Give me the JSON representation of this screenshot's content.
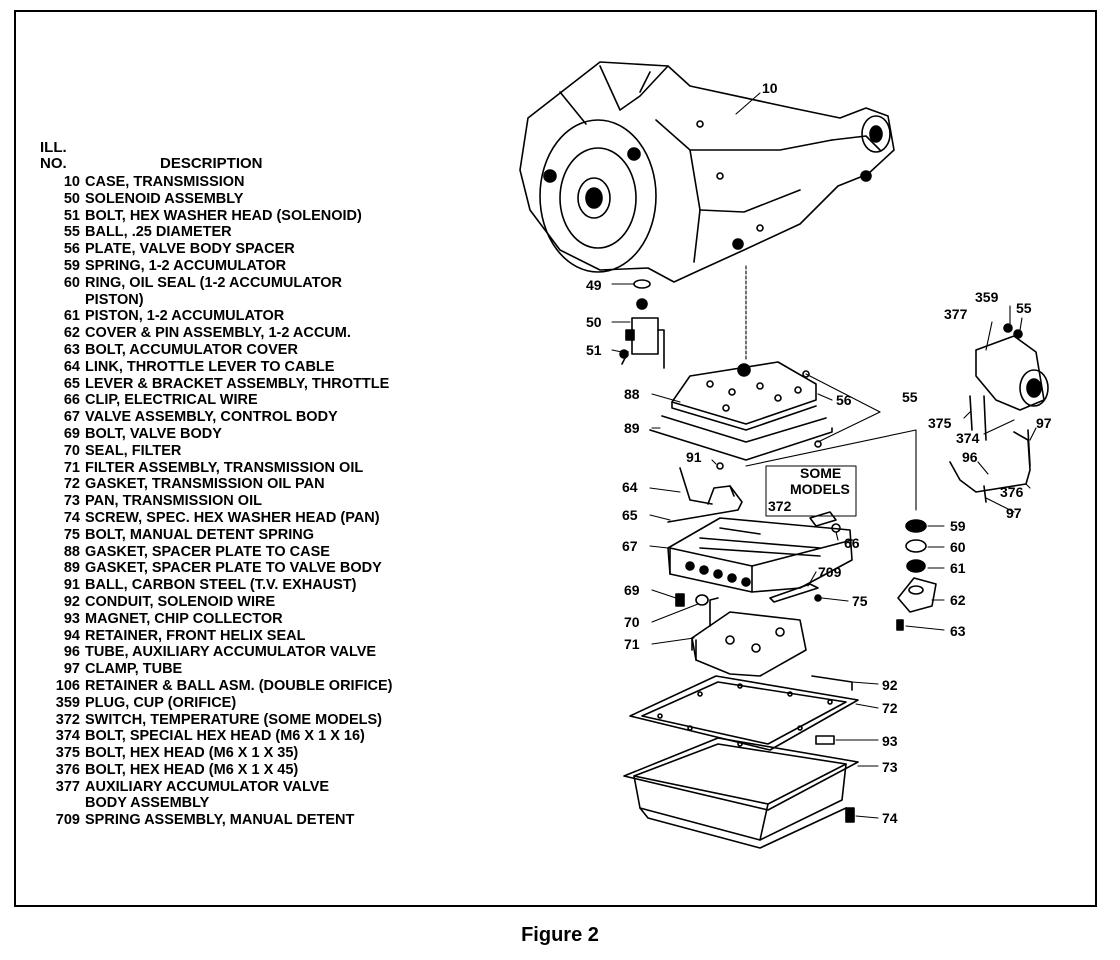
{
  "legend": {
    "header_ill": "ILL.",
    "header_no": "NO.",
    "header_desc": "DESCRIPTION",
    "items": [
      {
        "no": "10",
        "desc": "CASE, TRANSMISSION"
      },
      {
        "no": "50",
        "desc": "SOLENOID ASSEMBLY"
      },
      {
        "no": "51",
        "desc": "BOLT, HEX WASHER HEAD (SOLENOID)"
      },
      {
        "no": "55",
        "desc": "BALL, .25 DIAMETER"
      },
      {
        "no": "56",
        "desc": "PLATE, VALVE BODY SPACER"
      },
      {
        "no": "59",
        "desc": "SPRING, 1-2 ACCUMULATOR"
      },
      {
        "no": "60",
        "desc": "RING, OIL SEAL (1-2 ACCUMULATOR",
        "cont": "PISTON)"
      },
      {
        "no": "61",
        "desc": "PISTON, 1-2 ACCUMULATOR"
      },
      {
        "no": "62",
        "desc": "COVER & PIN ASSEMBLY, 1-2 ACCUM."
      },
      {
        "no": "63",
        "desc": "BOLT, ACCUMULATOR COVER"
      },
      {
        "no": "64",
        "desc": "LINK, THROTTLE LEVER TO CABLE"
      },
      {
        "no": "65",
        "desc": "LEVER & BRACKET ASSEMBLY, THROTTLE"
      },
      {
        "no": "66",
        "desc": "CLIP, ELECTRICAL WIRE"
      },
      {
        "no": "67",
        "desc": "VALVE ASSEMBLY, CONTROL BODY"
      },
      {
        "no": "69",
        "desc": "BOLT, VALVE BODY"
      },
      {
        "no": "70",
        "desc": "SEAL, FILTER"
      },
      {
        "no": "71",
        "desc": "FILTER ASSEMBLY, TRANSMISSION OIL"
      },
      {
        "no": "72",
        "desc": "GASKET, TRANSMISSION OIL PAN"
      },
      {
        "no": "73",
        "desc": "PAN, TRANSMISSION OIL"
      },
      {
        "no": "74",
        "desc": "SCREW, SPEC. HEX WASHER HEAD (PAN)"
      },
      {
        "no": "75",
        "desc": "BOLT, MANUAL DETENT SPRING"
      },
      {
        "no": "88",
        "desc": "GASKET, SPACER PLATE TO CASE"
      },
      {
        "no": "89",
        "desc": "GASKET, SPACER PLATE TO VALVE BODY"
      },
      {
        "no": "91",
        "desc": "BALL, CARBON STEEL (T.V. EXHAUST)"
      },
      {
        "no": "92",
        "desc": "CONDUIT, SOLENOID WIRE"
      },
      {
        "no": "93",
        "desc": "MAGNET, CHIP COLLECTOR"
      },
      {
        "no": "94",
        "desc": "RETAINER, FRONT HELIX SEAL"
      },
      {
        "no": "96",
        "desc": "TUBE, AUXILIARY ACCUMULATOR VALVE"
      },
      {
        "no": "97",
        "desc": "CLAMP, TUBE"
      },
      {
        "no": "106",
        "desc": "RETAINER & BALL ASM. (DOUBLE ORIFICE)"
      },
      {
        "no": "359",
        "desc": "PLUG, CUP (ORIFICE)"
      },
      {
        "no": "372",
        "desc": "SWITCH, TEMPERATURE (SOME MODELS)"
      },
      {
        "no": "374",
        "desc": "BOLT, SPECIAL HEX HEAD (M6 X 1 X 16)"
      },
      {
        "no": "375",
        "desc": "BOLT, HEX HEAD (M6 X 1 X 35)"
      },
      {
        "no": "376",
        "desc": "BOLT, HEX HEAD (M6 X 1 X 45)"
      },
      {
        "no": "377",
        "desc": "AUXILIARY ACCUMULATOR VALVE",
        "cont": "BODY ASSEMBLY"
      },
      {
        "no": "709",
        "desc": "SPRING ASSEMBLY, MANUAL DETENT"
      }
    ]
  },
  "callouts": {
    "c10": "10",
    "c49": "49",
    "c50": "50",
    "c51": "51",
    "c88": "88",
    "c89": "89",
    "c56": "56",
    "c55a": "55",
    "c55b": "55",
    "c91": "91",
    "c64": "64",
    "c65": "65",
    "c67": "67",
    "c69": "69",
    "c70": "70",
    "c71": "71",
    "c372": "372",
    "c66": "66",
    "c709": "709",
    "c75": "75",
    "c59": "59",
    "c60": "60",
    "c61": "61",
    "c62": "62",
    "c63": "63",
    "c92": "92",
    "c72": "72",
    "c93": "93",
    "c73": "73",
    "c74": "74",
    "c359": "359",
    "c377": "377",
    "c375": "375",
    "c374": "374",
    "c97a": "97",
    "c96": "96",
    "c376": "376",
    "c97b": "97"
  },
  "some_models_line1": "SOME",
  "some_models_line2": "MODELS",
  "caption": "Figure 2"
}
